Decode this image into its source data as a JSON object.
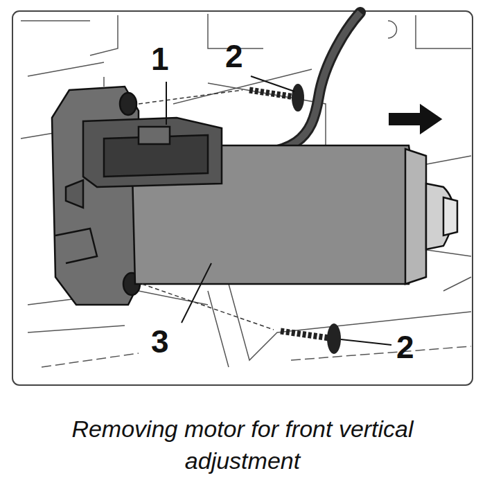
{
  "diagram": {
    "caption": "Removing motor for front vertical adjustment",
    "labels": [
      "1",
      "2",
      "3",
      "2"
    ]
  }
}
